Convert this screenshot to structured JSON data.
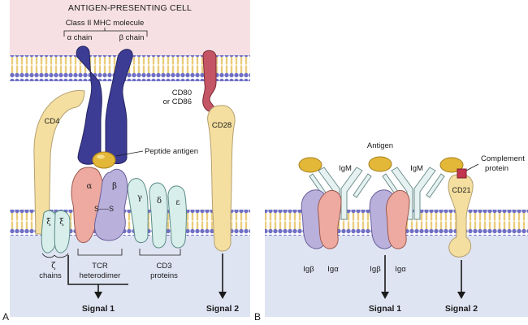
{
  "panel_a": {
    "letter": "A",
    "cell_title": "ANTIGEN-PRESENTING CELL",
    "mhc_label": "Class II MHC molecule",
    "alpha_chain": "α chain",
    "beta_chain": "β chain",
    "cd80": "CD80",
    "cd86": "or CD86",
    "cd4": "CD4",
    "cd28": "CD28",
    "peptide": "Peptide antigen",
    "tcr_alpha": "α",
    "tcr_beta": "β",
    "disulfide": "S----S",
    "cd3_gamma": "γ",
    "cd3_delta": "δ",
    "cd3_epsilon": "ε",
    "zeta1": "ξ",
    "zeta2": "ξ",
    "zeta_label": "ζ",
    "chains": "chains",
    "tcr_label_1": "TCR",
    "tcr_label_2": "heterodimer",
    "cd3_label_1": "CD3",
    "cd3_label_2": "proteins",
    "signal1": "Signal 1",
    "signal2": "Signal 2"
  },
  "panel_b": {
    "letter": "B",
    "antigen": "Antigen",
    "igm_left": "IgM",
    "igm_right": "IgM",
    "complement_1": "Complement",
    "complement_2": "protein",
    "cd21": "CD21",
    "igb_1": "Igβ",
    "iga_1": "Igα",
    "igb_2": "Igβ",
    "iga_2": "Igα",
    "signal1": "Signal 1",
    "signal2": "Signal 2"
  },
  "colors": {
    "apc_bg": "#f6e0e3",
    "cell_bg": "#dfe4f3",
    "lipid_head": "#6f6fc6",
    "lipid_tail": "#e8c35a",
    "mhc": "#3c3c95",
    "cd80": "#c45565",
    "cd4": "#f5dfa0",
    "peptide": "#e3b738",
    "tcr_alpha": "#eeaaa0",
    "tcr_beta": "#bab0dc",
    "cd3": "#d8eeea",
    "igm": "#e6f2f1",
    "complement": "#c23650"
  }
}
